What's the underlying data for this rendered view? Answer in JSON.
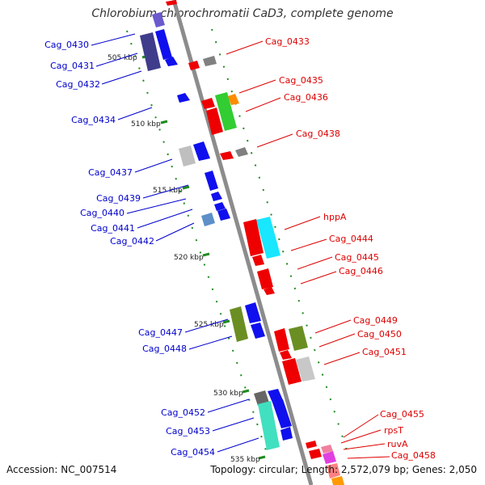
{
  "header": {
    "title": "Chlorobium chlorochromatii CaD3, complete genome"
  },
  "footer": {
    "accession": "Accession: NC_007514",
    "topology": "Topology: circular;",
    "length": "Length: 2,572,079 bp;",
    "genes": "Genes: 2,050"
  },
  "colors": {
    "backbone": "#8c8c8c",
    "forward_label": "#0000cc",
    "reverse_label": "#dd0000",
    "tick_dots": "#008800",
    "forward_gene": "#0000ee",
    "reverse_gene": "#ee0000"
  },
  "kbp_ticks": [
    "505 kbp",
    "510 kbp",
    "515 kbp",
    "520 kbp",
    "525 kbp",
    "530 kbp",
    "535 kbp"
  ],
  "left_labels": [
    "Cag_0430",
    "Cag_0431",
    "Cag_0432",
    "Cag_0434",
    "Cag_0437",
    "Cag_0439",
    "Cag_0440",
    "Cag_0441",
    "Cag_0442",
    "Cag_0447",
    "Cag_0448",
    "Cag_0452",
    "Cag_0453",
    "Cag_0454"
  ],
  "right_labels": [
    "Cag_0433",
    "Cag_0435",
    "Cag_0436",
    "Cag_0438",
    "hppA",
    "Cag_0444",
    "Cag_0445",
    "Cag_0446",
    "Cag_0449",
    "Cag_0450",
    "Cag_0451",
    "Cag_0455",
    "rpsT",
    "ruvA",
    "Cag_0458"
  ]
}
